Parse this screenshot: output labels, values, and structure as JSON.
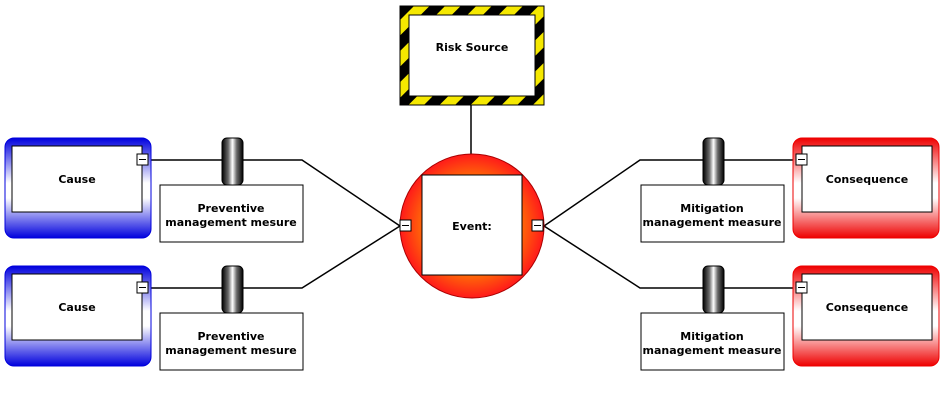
{
  "colors": {
    "cause": "#0000dd",
    "consequence": "#ee0000",
    "event": "#ff1a1a",
    "hazard_stripe_a": "#000000",
    "hazard_stripe_b": "#f5e800",
    "connector": "#000000"
  },
  "diagram": {
    "risk_source": {
      "label": "Risk Source"
    },
    "event": {
      "label": "Event:"
    },
    "causes": [
      {
        "label": "Cause"
      },
      {
        "label": "Cause"
      }
    ],
    "consequences": [
      {
        "label": "Consequence"
      },
      {
        "label": "Consequence"
      }
    ],
    "preventive_barriers": [
      {
        "line1": "Preventive",
        "line2": "management mesure"
      },
      {
        "line1": "Preventive",
        "line2": "management mesure"
      }
    ],
    "mitigation_barriers": [
      {
        "line1": "Mitigation",
        "line2": "management measure"
      },
      {
        "line1": "Mitigation",
        "line2": "management measure"
      }
    ],
    "collapse_icon": "minus-box-icon",
    "barrier_icon": "barrier-cylinder-icon"
  }
}
